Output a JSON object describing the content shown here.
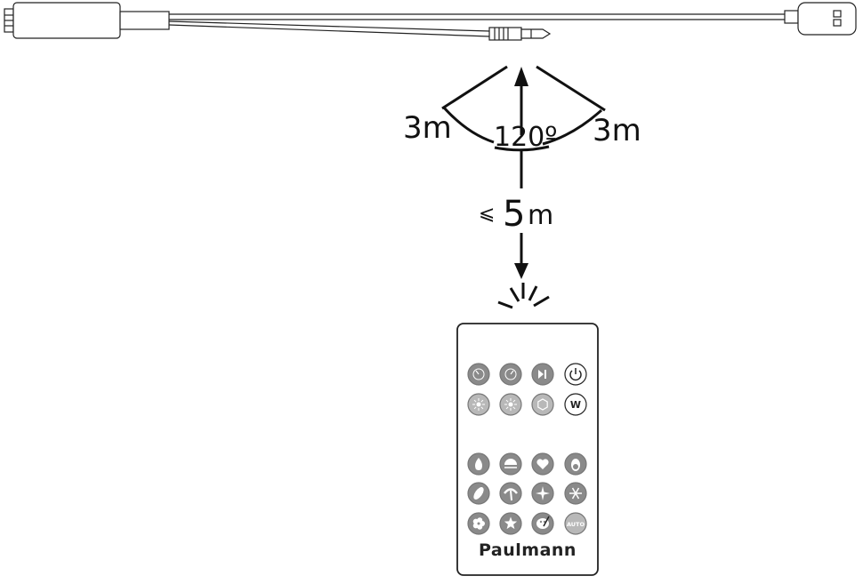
{
  "diagram": {
    "left_distance_label": "3m",
    "right_distance_label": "3m",
    "angle_label": "120º",
    "range_prefix": "⩽",
    "range_value": "5",
    "range_unit": "m"
  },
  "remote": {
    "brand": "Paulmann",
    "buttons": [
      {
        "icon": "dimmer-down-icon",
        "shade": "gray"
      },
      {
        "icon": "dimmer-up-icon",
        "shade": "gray"
      },
      {
        "icon": "play-pause-icon",
        "shade": "gray"
      },
      {
        "icon": "power-icon",
        "shade": "white"
      },
      {
        "icon": "sun-dim-icon",
        "shade": "light"
      },
      {
        "icon": "sun-bright-icon",
        "shade": "light"
      },
      {
        "icon": "hexagon-icon",
        "shade": "light"
      },
      {
        "icon": "white-mode-icon",
        "shade": "white",
        "text": "W"
      },
      {
        "icon": "flame-icon",
        "shade": "gray"
      },
      {
        "icon": "sunset-icon",
        "shade": "gray"
      },
      {
        "icon": "heart-icon",
        "shade": "gray"
      },
      {
        "icon": "egg-icon",
        "shade": "gray"
      },
      {
        "icon": "leaf-icon",
        "shade": "gray"
      },
      {
        "icon": "palm-tree-icon",
        "shade": "gray"
      },
      {
        "icon": "sparkle-icon",
        "shade": "gray"
      },
      {
        "icon": "snowflake-icon",
        "shade": "gray"
      },
      {
        "icon": "flower-icon",
        "shade": "gray"
      },
      {
        "icon": "star-icon",
        "shade": "gray"
      },
      {
        "icon": "palette-icon",
        "shade": "gray"
      },
      {
        "icon": "auto-mode-icon",
        "shade": "light",
        "text": "AUTO"
      }
    ]
  },
  "colors": {
    "line": "#111111",
    "button_gray": "#8a8a8a",
    "button_light": "#b8b8b8",
    "button_white": "#ffffff"
  }
}
